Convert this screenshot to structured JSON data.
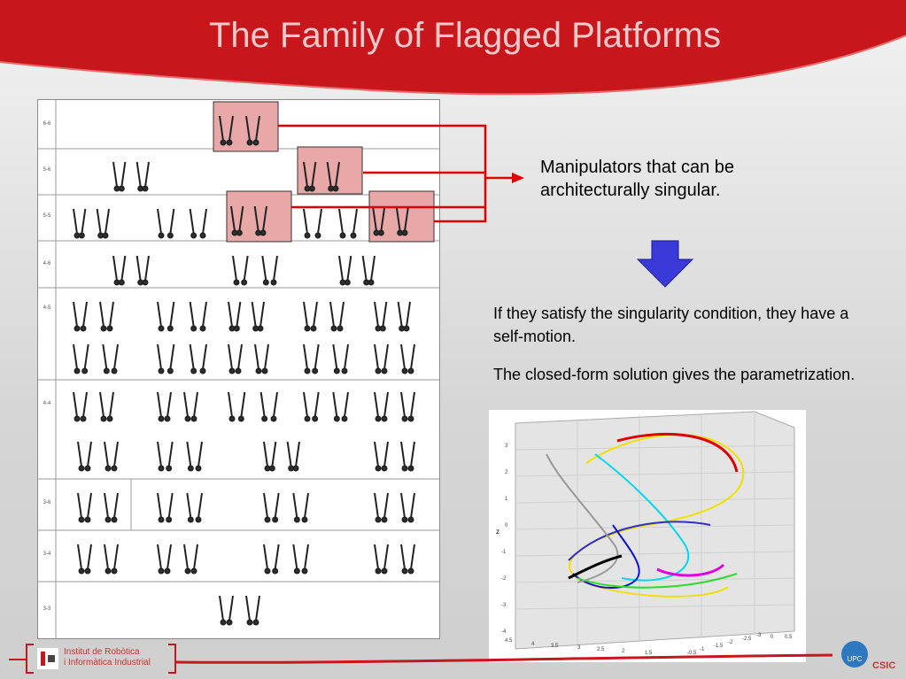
{
  "slide": {
    "title": "The Family of Flagged Platforms",
    "text_architectural": "Manipulators that can be architecturally singular.",
    "text_self_motion": "If they satisfy the singularity condition, they have a self-motion.",
    "text_closed_form": "The closed-form solution gives the parametrization."
  },
  "table": {
    "rows": [
      "6-6",
      "5-6",
      "5-5",
      "4-6",
      "4-5",
      "4-4",
      "3-6",
      "3-4",
      "3-3"
    ]
  },
  "footer": {
    "institute_line1": "Institut de Robòtica",
    "institute_line2": "i Informàtica Industrial",
    "upc_label": "UPC",
    "csic_label": "CSIC"
  },
  "colors": {
    "header_red": "#c8161d",
    "title_text": "#f1c9c9",
    "highlight_fill": "#e8a8a8",
    "arrow_blue": "#3a3ad8",
    "connector_red": "#e00000"
  },
  "plot": {
    "z_axis_label": "z",
    "z_ticks": [
      "3",
      "2",
      "1",
      "0",
      "-1",
      "-2",
      "-3",
      "-4"
    ],
    "x_ticks": [
      "4.5",
      "4",
      "3.5",
      "3",
      "2.5",
      "2",
      "1.5"
    ],
    "y_ticks": [
      "-0.5",
      "-1",
      "-1.5",
      "-2",
      "-2.5",
      "-3",
      "0",
      "0.5"
    ]
  }
}
